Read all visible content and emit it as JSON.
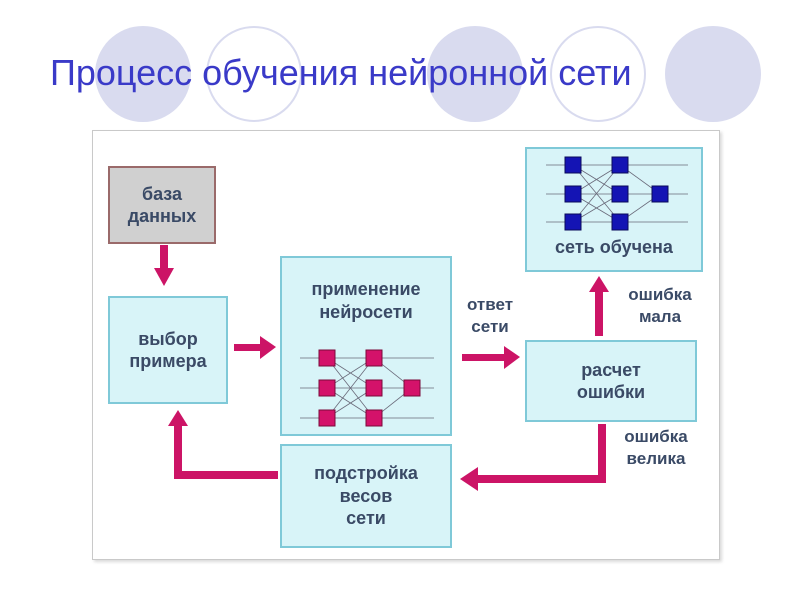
{
  "title": "Процесс обучения нейронной сети",
  "colors": {
    "title": "#3a3ac8",
    "arrow": "#cc1466",
    "box_fill": "#d8f4f8",
    "box_border": "#7fc9d8",
    "db_fill": "#d0d0d0",
    "node_red": "#d4126a",
    "node_blue": "#1414b4",
    "decor_circle": "#d9dbef"
  },
  "nodes": {
    "database": "база\nданных",
    "select_example": "выбор\nпримера",
    "apply_network": "применение\nнейросети",
    "network_trained": "сеть обучена",
    "error_calc": "расчет\nошибки",
    "weight_adjust": "подстройка\nвесов\nсети"
  },
  "edge_labels": {
    "response": "ответ\nсети",
    "error_small": "ошибка\nмала",
    "error_large": "ошибка\nвелика"
  }
}
